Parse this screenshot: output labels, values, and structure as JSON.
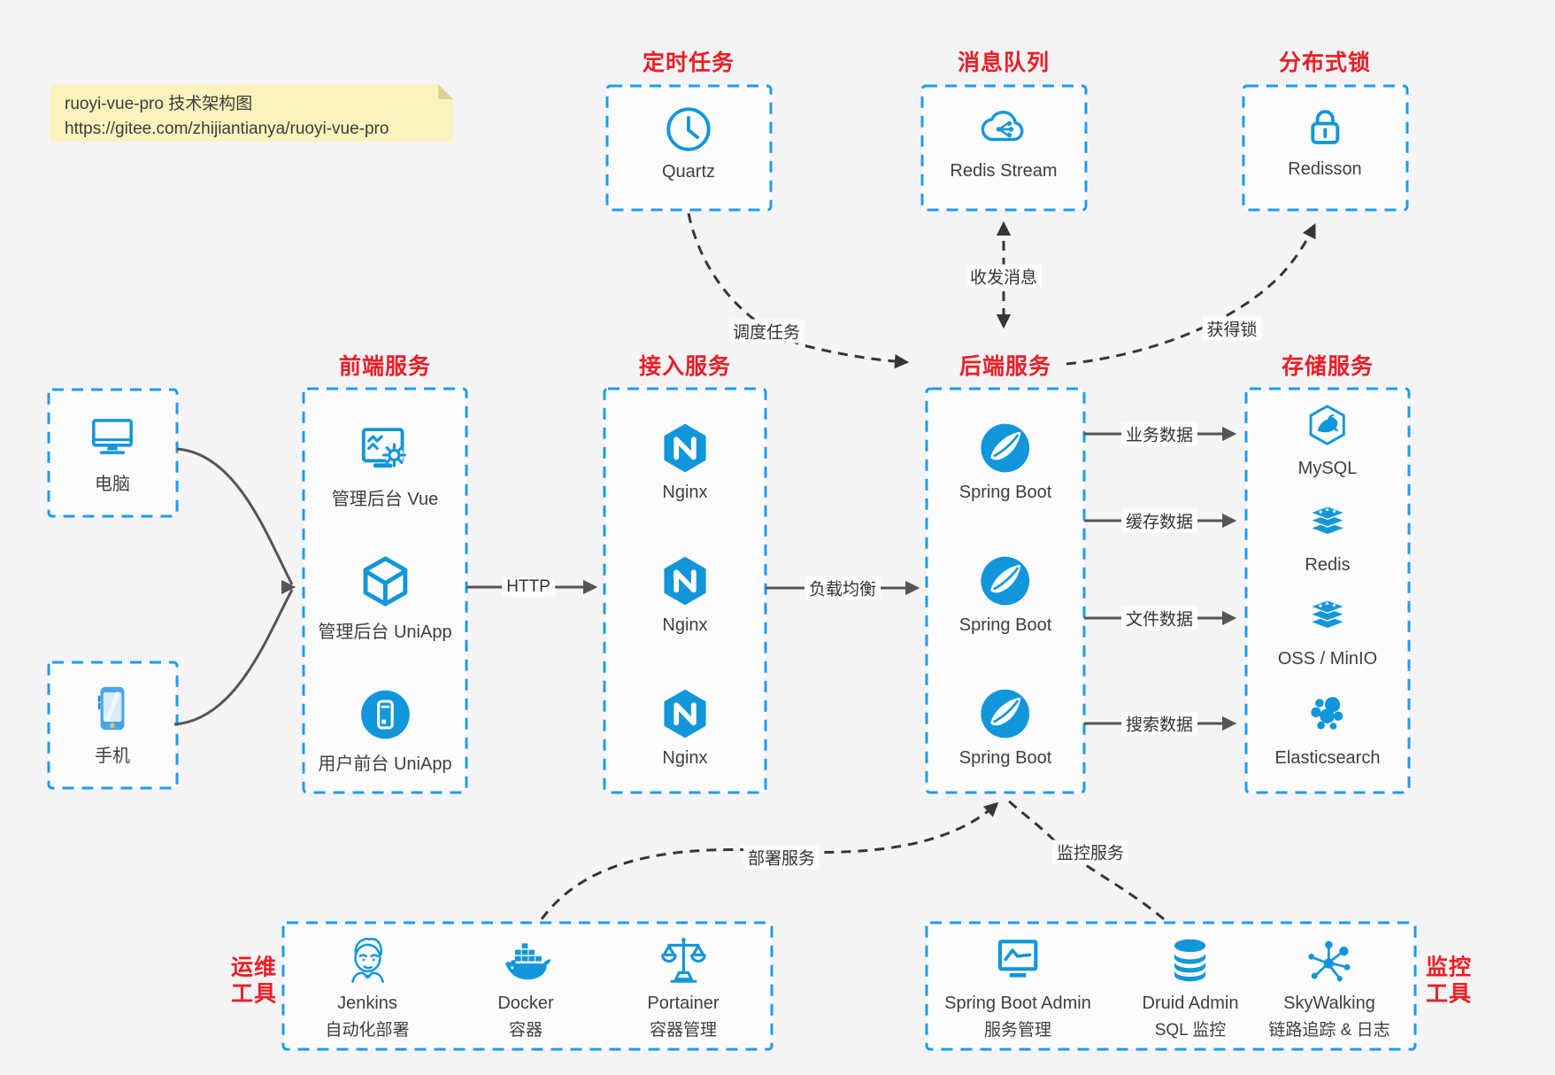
{
  "note": {
    "title": "ruoyi-vue-pro 技术架构图",
    "url": "https://gitee.com/zhijiantianya/ruoyi-vue-pro"
  },
  "colors": {
    "background": "#F4F4F6",
    "box_border_blue": "#1E9BF0",
    "icon_blue": "#1296DB",
    "section_label_red": "#EE1D25",
    "arrow_gray": "#555555",
    "arrow_dashed_dark": "#363636",
    "note_bg": "#FAF3BD"
  },
  "sections": {
    "scheduler": {
      "label": "定时任务",
      "item": {
        "name": "Quartz"
      }
    },
    "mq": {
      "label": "消息队列",
      "item": {
        "name": "Redis Stream"
      }
    },
    "lock": {
      "label": "分布式锁",
      "item": {
        "name": "Redisson"
      }
    },
    "clients": {
      "items": [
        {
          "name": "电脑"
        },
        {
          "name": "手机"
        }
      ]
    },
    "frontend": {
      "label": "前端服务",
      "items": [
        {
          "name": "管理后台 Vue"
        },
        {
          "name": "管理后台 UniApp"
        },
        {
          "name": "用户前台 UniApp"
        }
      ]
    },
    "gateway": {
      "label": "接入服务",
      "items": [
        "Nginx",
        "Nginx",
        "Nginx"
      ]
    },
    "backend": {
      "label": "后端服务",
      "items": [
        "Spring Boot",
        "Spring Boot",
        "Spring Boot"
      ]
    },
    "storage": {
      "label": "存储服务",
      "items": [
        "MySQL",
        "Redis",
        "OSS / MinIO",
        "Elasticsearch"
      ]
    },
    "ops": {
      "label_line1": "运维",
      "label_line2": "工具",
      "items": [
        {
          "name": "Jenkins",
          "desc": "自动化部署"
        },
        {
          "name": "Docker",
          "desc": "容器"
        },
        {
          "name": "Portainer",
          "desc": "容器管理"
        }
      ]
    },
    "monitor": {
      "label_line1": "监控",
      "label_line2": "工具",
      "items": [
        {
          "name": "Spring Boot Admin",
          "desc": "服务管理"
        },
        {
          "name": "Druid Admin",
          "desc": "SQL 监控"
        },
        {
          "name": "SkyWalking",
          "desc": "链路追踪 & 日志"
        }
      ]
    }
  },
  "flows": {
    "http": "HTTP",
    "lb": "负载均衡",
    "biz": "业务数据",
    "cache": "缓存数据",
    "file": "文件数据",
    "search": "搜索数据",
    "schedule": "调度任务",
    "message": "收发消息",
    "acquire_lock": "获得锁",
    "deploy": "部署服务",
    "monitor": "监控服务"
  }
}
